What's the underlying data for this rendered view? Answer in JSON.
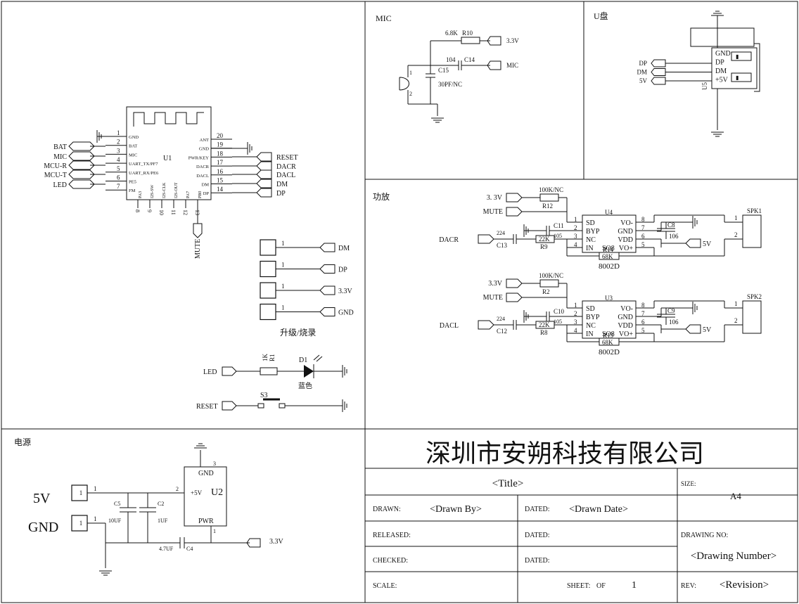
{
  "sections": {
    "mic": "MIC",
    "udisk": "U盘",
    "amp": "功放",
    "power": "电源",
    "upgrade": "升级/烧录"
  },
  "u1": {
    "ref": "U1",
    "left_pins": [
      {
        "num": "1",
        "name": "GND"
      },
      {
        "num": "2",
        "name": "BAT"
      },
      {
        "num": "3",
        "name": "MIC"
      },
      {
        "num": "4",
        "name": "UART_TX/PF7"
      },
      {
        "num": "5",
        "name": "UART_RX/PE6"
      },
      {
        "num": "6",
        "name": "PE5"
      },
      {
        "num": "7",
        "name": "FM"
      }
    ],
    "right_pins": [
      {
        "num": "20",
        "name": "ANT"
      },
      {
        "num": "19",
        "name": "GND"
      },
      {
        "num": "18",
        "name": "PWR/KEY"
      },
      {
        "num": "17",
        "name": "DACR"
      },
      {
        "num": "16",
        "name": "DACL"
      },
      {
        "num": "15",
        "name": "DM"
      },
      {
        "num": "14",
        "name": "DP"
      }
    ],
    "bottom_pins": [
      {
        "num": "8",
        "name": "PA3"
      },
      {
        "num": "9",
        "name": "I2S-SW"
      },
      {
        "num": "10",
        "name": "I2S-CLK"
      },
      {
        "num": "11",
        "name": "I2S-OUT"
      },
      {
        "num": "12",
        "name": "PA7"
      },
      {
        "num": "13",
        "name": "PB0"
      }
    ],
    "left_nets": [
      "BAT",
      "MIC",
      "MCU-R",
      "MCU-T",
      "LED"
    ],
    "right_nets": [
      "RESET",
      "DACR",
      "DACL",
      "DM",
      "DP"
    ],
    "bottom_net": "MUTE"
  },
  "upgrade": {
    "pin_num": "1",
    "nets": [
      "DM",
      "DP",
      "3.3V",
      "GND"
    ]
  },
  "led": {
    "net": "LED",
    "res_ref": "R1",
    "res_val": "1K",
    "diode_ref": "D1",
    "diode_color": "蓝色"
  },
  "reset": {
    "net": "RESET",
    "switch_ref": "S3"
  },
  "mic": {
    "r_val": "6.8K",
    "r_ref": "R10",
    "net_33": "3.3V",
    "c14_val": "104",
    "c14_ref": "C14",
    "net_mic": "MIC",
    "c15_ref": "C15",
    "c15_val": "30PF/NC",
    "pin1": "1",
    "pin2": "2"
  },
  "udisk": {
    "ref": "U5",
    "pins": [
      "GND",
      "DP",
      "DM",
      "+5V"
    ],
    "nets": [
      "DP",
      "DM",
      "5V"
    ]
  },
  "amp1": {
    "ref": "U4",
    "part": "8002D",
    "left_pins": [
      {
        "num": "1",
        "name": "SD"
      },
      {
        "num": "2",
        "name": "BYP"
      },
      {
        "num": "3",
        "name": "NC"
      },
      {
        "num": "4",
        "name": "IN"
      }
    ],
    "right_pins": [
      {
        "num": "8",
        "name": "VO-"
      },
      {
        "num": "7",
        "name": "GND"
      },
      {
        "num": "6",
        "name": "VDD"
      },
      {
        "num": "5",
        "name": "VO+"
      }
    ],
    "so8": "SO8",
    "net_33": "3. 3V",
    "net_mute": "MUTE",
    "net_in": "DACR",
    "r_top_val": "100K/NC",
    "r_top_ref": "R12",
    "c_byp_ref": "C11",
    "c_byp_val": "105",
    "c_in_val": "224",
    "c_in_ref": "C13",
    "r_in_val": "22K",
    "r_in_ref": "R9",
    "r_fb_ref": "R14",
    "r_fb_val": "68K",
    "c_vdd_ref": "C8",
    "c_vdd_val": "106",
    "net_5v": "5V",
    "spk_ref": "SPK1",
    "spk_pins": [
      "1",
      "2"
    ]
  },
  "amp2": {
    "ref": "U3",
    "part": "8002D",
    "left_pins": [
      {
        "num": "1",
        "name": "SD"
      },
      {
        "num": "2",
        "name": "BYP"
      },
      {
        "num": "3",
        "name": "NC"
      },
      {
        "num": "4",
        "name": "IN"
      }
    ],
    "right_pins": [
      {
        "num": "8",
        "name": "VO-"
      },
      {
        "num": "7",
        "name": "GND"
      },
      {
        "num": "6",
        "name": "VDD"
      },
      {
        "num": "5",
        "name": "VO+"
      }
    ],
    "so8": "SO8",
    "net_33": "3.3V",
    "net_mute": "MUTE",
    "net_in": "DACL",
    "r_top_val": "100K/NC",
    "r_top_ref": "R2",
    "c_byp_val": "105",
    "c_byp_ref": "C10",
    "c_in_val": "224",
    "c_in_ref": "C12",
    "r_in_val": "22K",
    "r_in_ref": "R8",
    "r_fb_ref": "R13",
    "r_fb_val": "68K",
    "c_vdd_ref": "C9",
    "c_vdd_val": "106",
    "net_5v": "5V",
    "spk_ref": "SPK2",
    "spk_pins": [
      "1",
      "2"
    ]
  },
  "power": {
    "in_5v": "5V",
    "in_gnd": "GND",
    "conn_pin": "1",
    "u2_ref": "U2",
    "u2_gnd": "GND",
    "u2_5v": "+5V",
    "u2_pwr": "PWR",
    "pin_gnd": "3",
    "pin_5v": "2",
    "pin_pwr": "1",
    "c5_ref": "C5",
    "c5_val": "10UF",
    "c2_ref": "C2",
    "c2_val": "1UF",
    "c4_val": "4.7UF",
    "c4_ref": "C4",
    "net_33": "3.3V"
  },
  "title_block": {
    "company": "深圳市安朔科技有限公司",
    "title": "<Title>",
    "size_label": "SIZE:",
    "size_val": "A4",
    "drawn_label": "DRAWN:",
    "drawn_val": "<Drawn By>",
    "dated_label": "DATED:",
    "dated_val": "<Drawn Date>",
    "released_label": "RELEASED:",
    "checked_label": "CHECKED:",
    "drawing_no_label": "DRAWING NO:",
    "drawing_no_val": "<Drawing Number>",
    "scale_label": "SCALE:",
    "sheet_label": "SHEET:",
    "sheet_of": "OF",
    "sheet_val": "1",
    "rev_label": "REV:",
    "rev_val": "<Revision>"
  }
}
